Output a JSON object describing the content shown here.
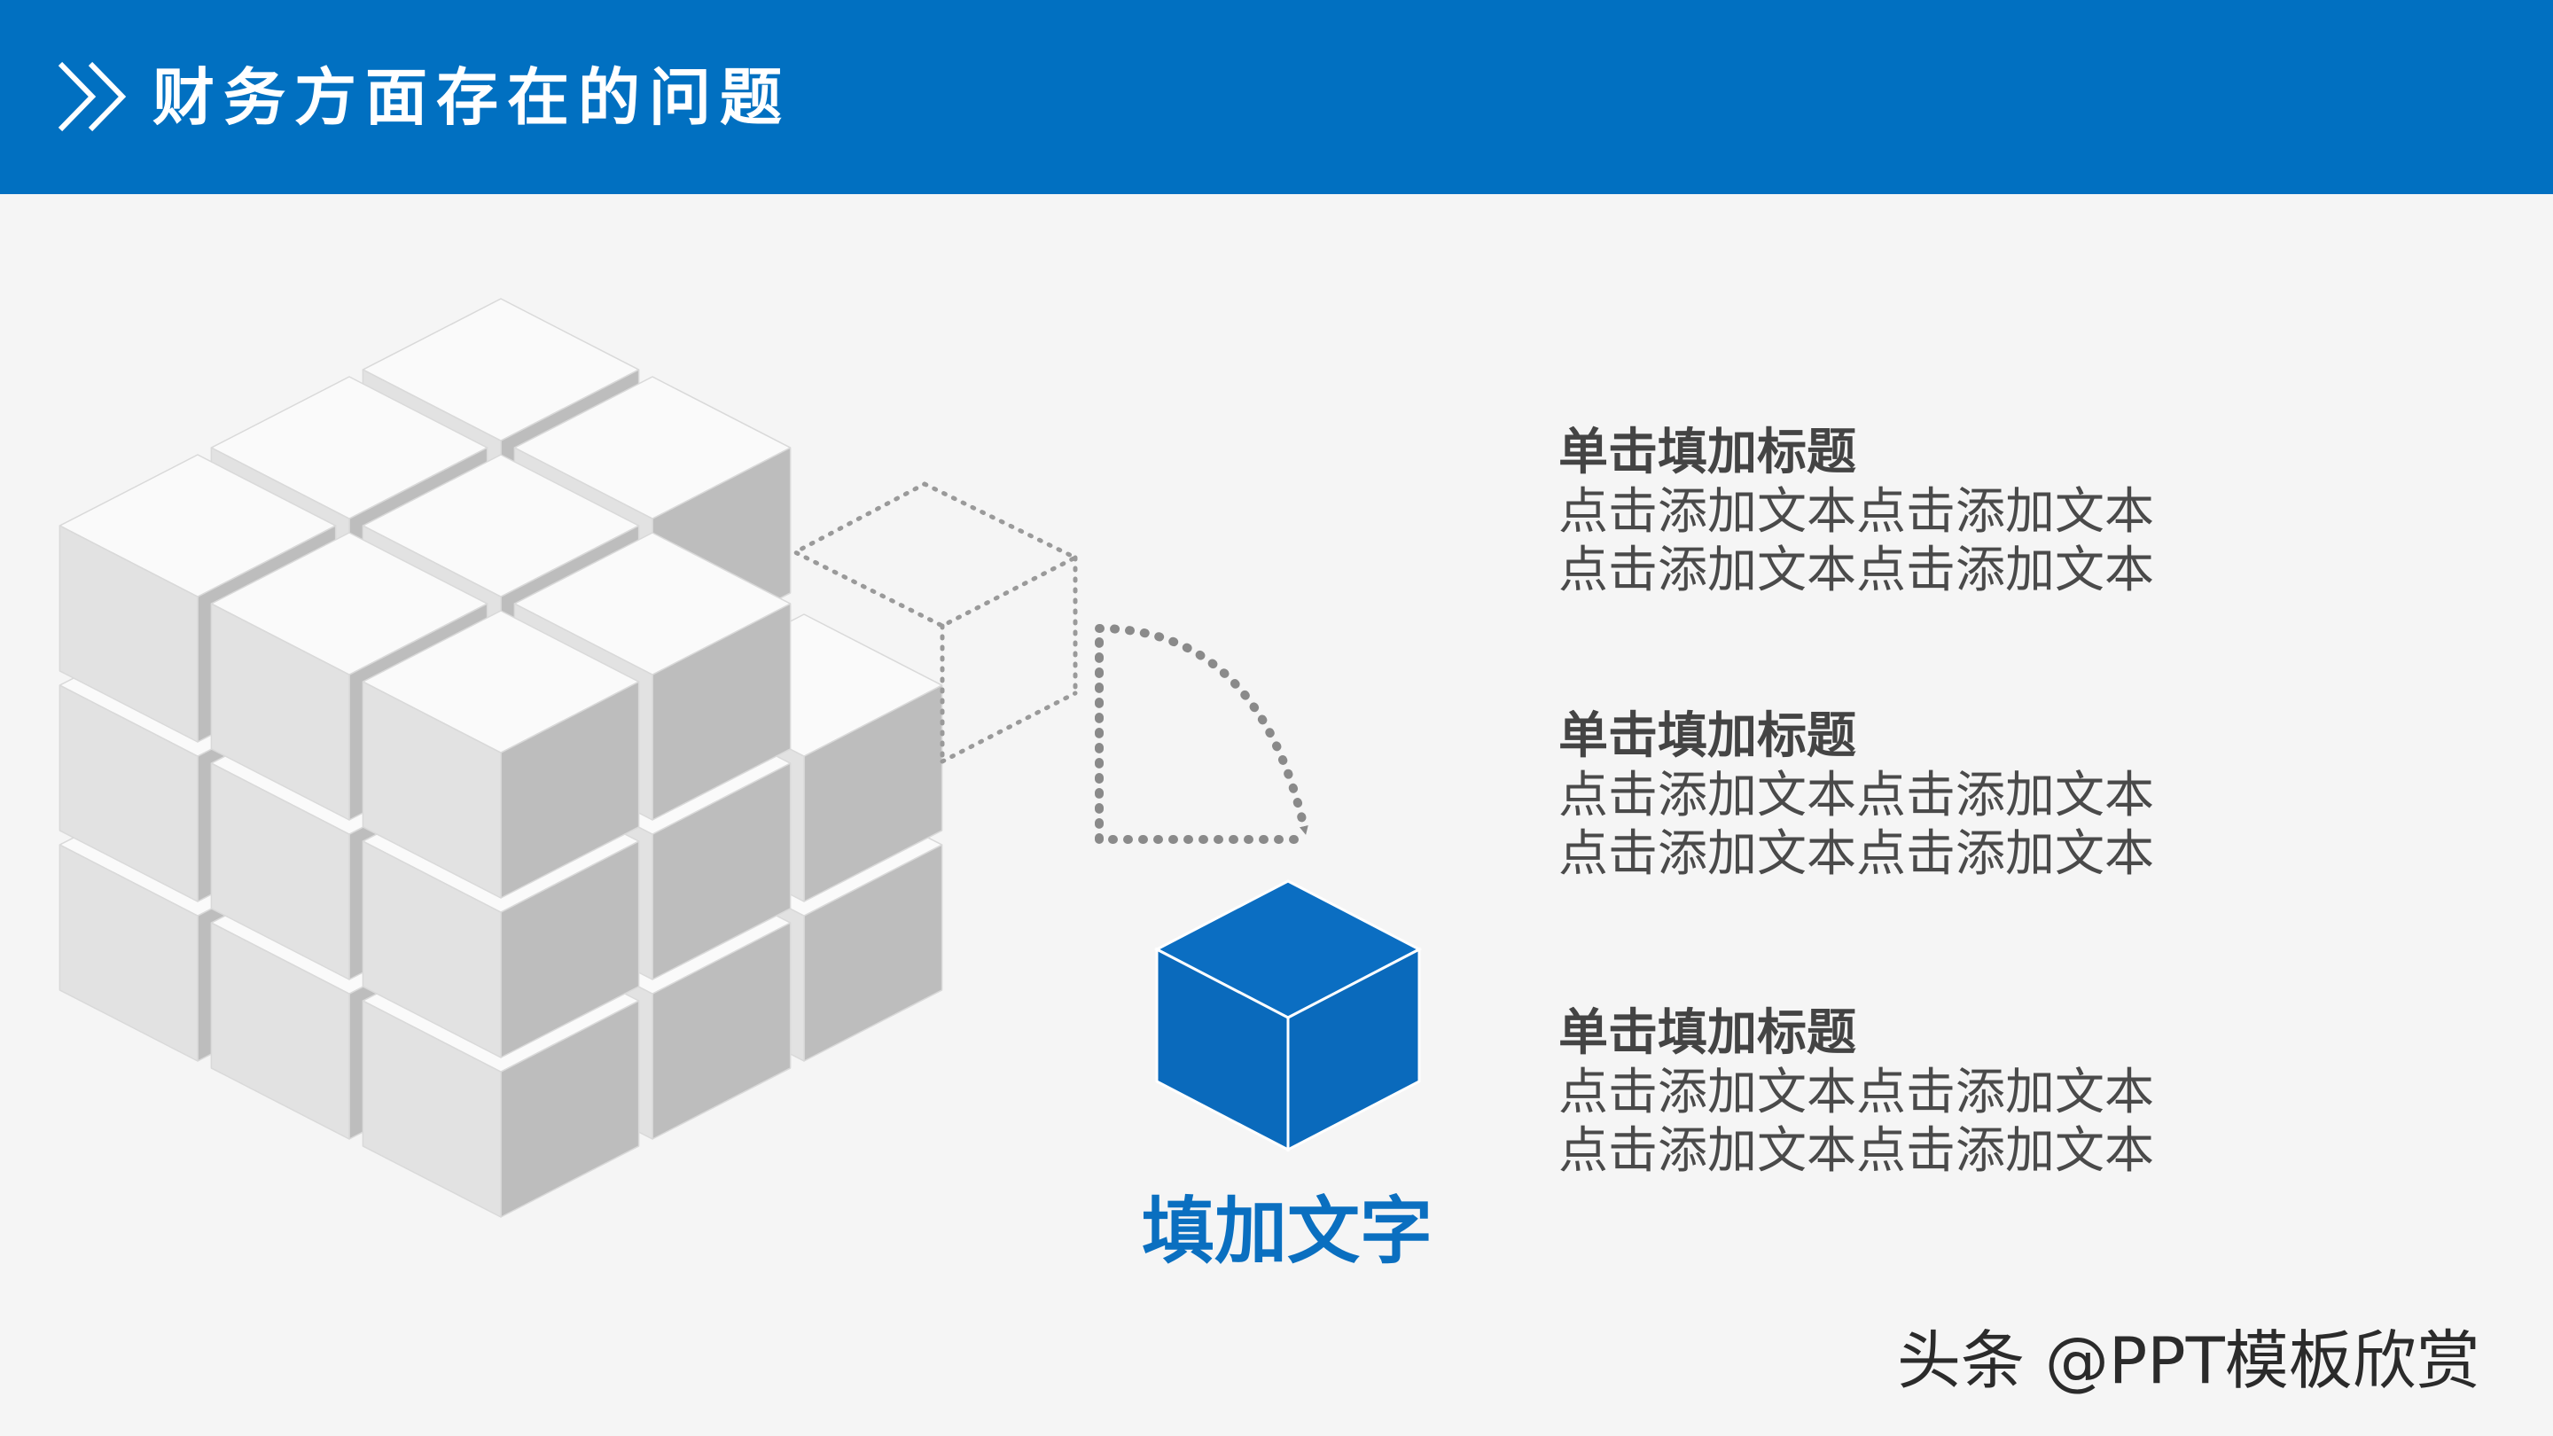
{
  "header": {
    "title": "财务方面存在的问题",
    "icon": "double-chevron-right-icon",
    "background_color": "#0170c1"
  },
  "graphic": {
    "caption": "填加文字",
    "accent_color": "#0a6fc0",
    "arrow_icon": "dotted-curved-arrow-icon"
  },
  "items": [
    {
      "title": "单击填加标题",
      "lines": [
        "点击添加文本点击添加文本",
        "点击添加文本点击添加文本"
      ]
    },
    {
      "title": "单击填加标题",
      "lines": [
        "点击添加文本点击添加文本",
        "点击添加文本点击添加文本"
      ]
    },
    {
      "title": "单击填加标题",
      "lines": [
        "点击添加文本点击添加文本",
        "点击添加文本点击添加文本"
      ]
    }
  ],
  "watermark": "头条 @PPT模板欣赏"
}
